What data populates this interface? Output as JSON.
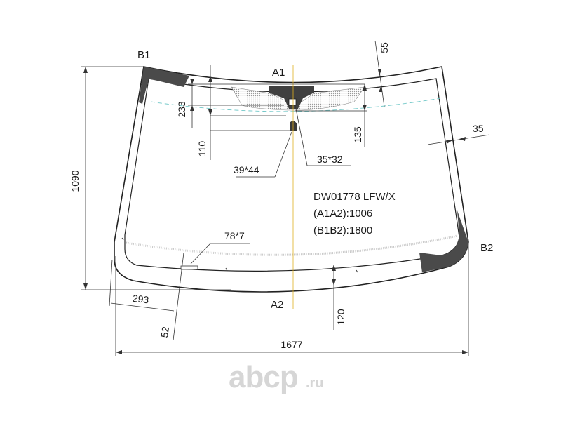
{
  "part": {
    "code": "DW01778 LFW/X",
    "a1a2": "(A1A2):1006",
    "b1b2": "(B1B2):1800"
  },
  "points": {
    "a1": "A1",
    "a2": "A2",
    "b1": "B1",
    "b2": "B2"
  },
  "dimensions": {
    "width": "1677",
    "height": "1090",
    "top_offset": "55",
    "side_band": "35",
    "bottom_band": "120",
    "bottom_corner": "293",
    "stub_height": "52",
    "bracket_133": "233",
    "bracket_110": "110",
    "bracket_135": "135",
    "sensor_area": "35*32",
    "mirror_pad": "39*44",
    "vin_window": "78*7"
  },
  "logo": {
    "text": "abcp",
    "suffix": ".ru"
  },
  "colors": {
    "frit": "#4a4a4a",
    "dots": "#c8c8c8",
    "dashes": "#6fc7c7"
  }
}
